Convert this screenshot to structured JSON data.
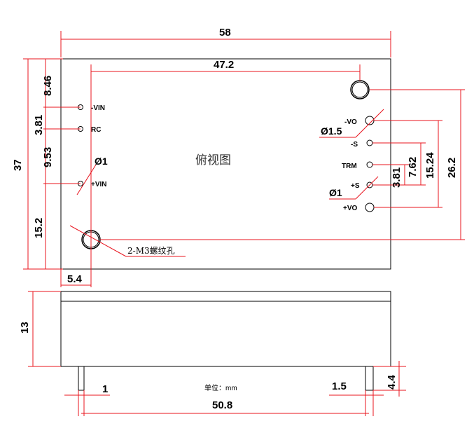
{
  "view_title": "俯视图",
  "unit_label": "单位：mm",
  "hole_note": "2-M3螺纹孔",
  "colors": {
    "dimension": "#e8141e",
    "outline": "#000000"
  },
  "pins_left": [
    "-VIN",
    "RC",
    "+VIN"
  ],
  "pins_right": [
    "-VO",
    "-S",
    "TRM",
    "+S",
    "+VO"
  ],
  "diameters": {
    "pin_left": "Ø1",
    "pin_right_large": "Ø1.5",
    "pin_right_small": "Ø1"
  },
  "dimensions": {
    "total_width": "58",
    "hole_spacing": "47.2",
    "height": "37",
    "d_846": "8.46",
    "d_381_left": "3.81",
    "d_953": "9.53",
    "d_152": "15.2",
    "d_54": "5.4",
    "d_262": "26.2",
    "d_1524": "15.24",
    "d_762": "7.62",
    "d_381_right": "3.81",
    "side_height": "13",
    "pin_pitch": "50.8",
    "pin_len": "4.4",
    "pin_dia_left": "1",
    "pin_dia_right": "1.5"
  }
}
